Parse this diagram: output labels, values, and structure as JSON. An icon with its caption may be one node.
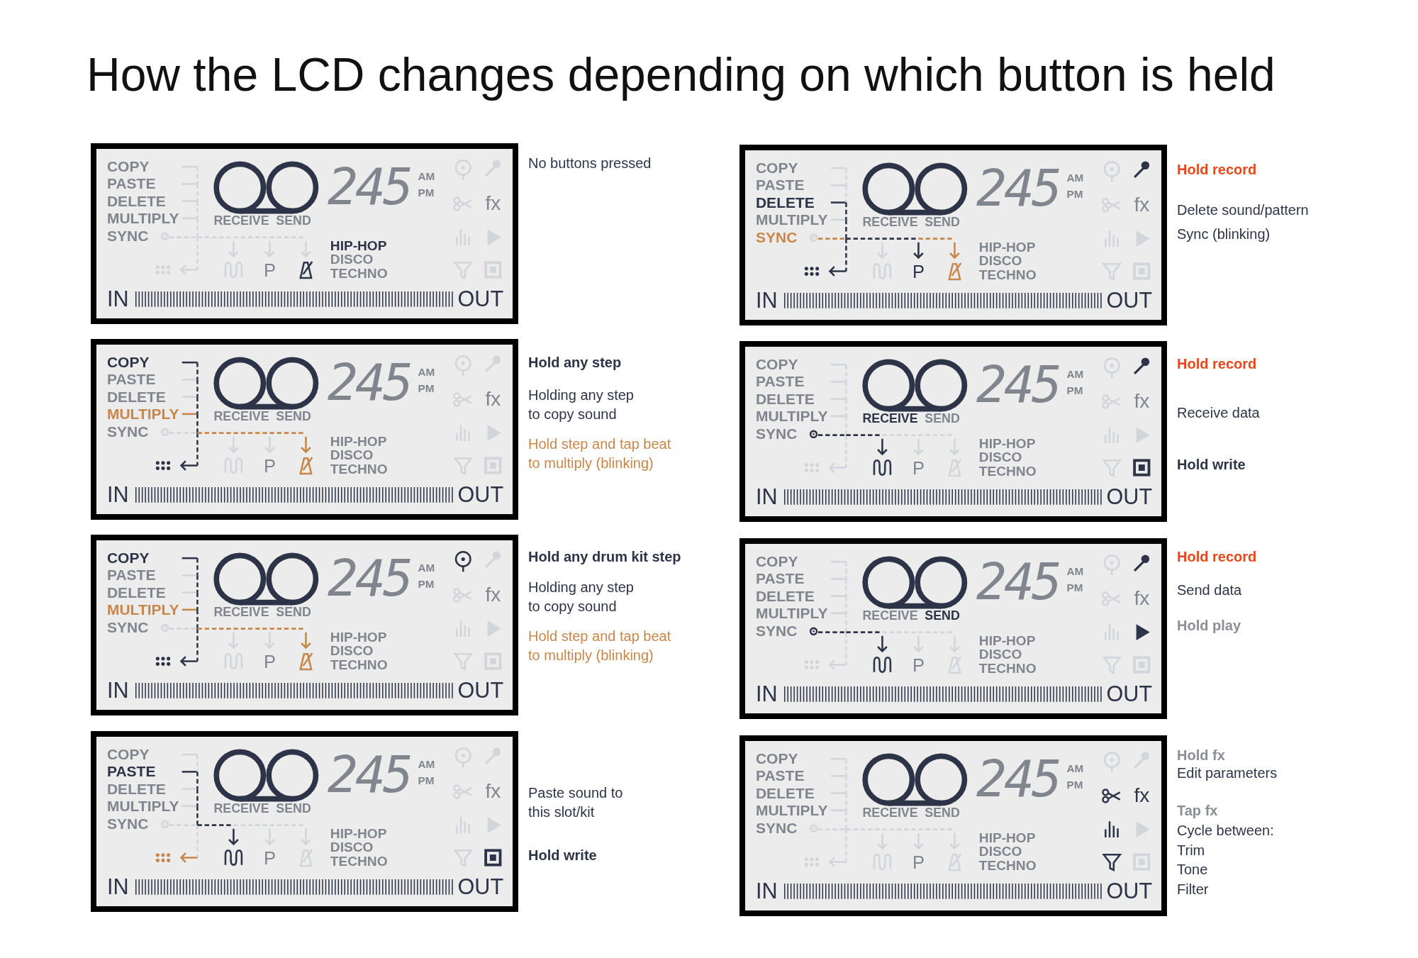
{
  "diagram": {
    "title": "How the LCD changes depending on which button is held",
    "nodes": [
      {
        "text": [
          "COPY",
          "PASTE",
          "DELETE",
          "MULTIPLY",
          "SYNC",
          "RECEIVE",
          "SEND",
          "245",
          "AM",
          "PM",
          "P",
          "HIP-HOP",
          "DISCO",
          "TECHNO",
          "fx",
          "IN",
          "OUT"
        ],
        "beside": [
          "No buttons pressed"
        ]
      },
      {
        "text": [
          "COPY",
          "PASTE",
          "DELETE",
          "MULTIPLY",
          "SYNC",
          "RECEIVE",
          "SEND",
          "245",
          "AM",
          "PM",
          "P",
          "HIP-HOP",
          "DISCO",
          "TECHNO",
          "fx",
          "IN",
          "OUT"
        ],
        "beside": [
          "Hold record",
          "Delete sound/pattern",
          "Sync (blinking)"
        ]
      },
      {
        "text": [
          "COPY",
          "PASTE",
          "DELETE",
          "MULTIPLY",
          "SYNC",
          "RECEIVE",
          "SEND",
          "245",
          "AM",
          "PM",
          "P",
          "HIP-HOP",
          "DISCO",
          "TECHNO",
          "fx",
          "IN",
          "OUT"
        ],
        "beside": [
          "Hold any step",
          "Holding any step to copy sound",
          "Hold step and tap beat to multiply (blinking)"
        ]
      },
      {
        "text": [
          "COPY",
          "PASTE",
          "DELETE",
          "MULTIPLY",
          "SYNC",
          "RECEIVE",
          "SEND",
          "245",
          "AM",
          "PM",
          "P",
          "HIP-HOP",
          "DISCO",
          "TECHNO",
          "fx",
          "IN",
          "OUT"
        ],
        "beside": [
          "Hold record",
          "Receive data",
          "Hold write"
        ]
      },
      {
        "text": [
          "COPY",
          "PASTE",
          "DELETE",
          "MULTIPLY",
          "SYNC",
          "RECEIVE",
          "SEND",
          "245",
          "AM",
          "PM",
          "P",
          "HIP-HOP",
          "DISCO",
          "TECHNO",
          "fx",
          "IN",
          "OUT"
        ],
        "beside": [
          "Hold any drum kit step",
          "Holding any step to copy sound",
          "Hold step and tap beat to multiply (blinking)"
        ]
      },
      {
        "text": [
          "COPY",
          "PASTE",
          "DELETE",
          "MULTIPLY",
          "SYNC",
          "RECEIVE",
          "SEND",
          "245",
          "AM",
          "PM",
          "P",
          "HIP-HOP",
          "DISCO",
          "TECHNO",
          "fx",
          "IN",
          "OUT"
        ],
        "beside": [
          "Hold record",
          "Send data",
          "Hold play"
        ]
      },
      {
        "text": [
          "COPY",
          "PASTE",
          "DELETE",
          "MULTIPLY",
          "SYNC",
          "RECEIVE",
          "SEND",
          "245",
          "AM",
          "PM",
          "P",
          "HIP-HOP",
          "DISCO",
          "TECHNO",
          "fx",
          "IN",
          "OUT"
        ],
        "beside": [
          "Paste sound to this slot/kit",
          "Hold write"
        ]
      },
      {
        "text": [
          "COPY",
          "PASTE",
          "DELETE",
          "MULTIPLY",
          "SYNC",
          "RECEIVE",
          "SEND",
          "245",
          "AM",
          "PM",
          "P",
          "HIP-HOP",
          "DISCO",
          "TECHNO",
          "fx",
          "IN",
          "OUT"
        ],
        "beside": [
          "Hold fx",
          "Edit parameters",
          "Tap fx",
          "Cycle between:",
          "Trim",
          "Tone",
          "Filter"
        ]
      }
    ]
  }
}
